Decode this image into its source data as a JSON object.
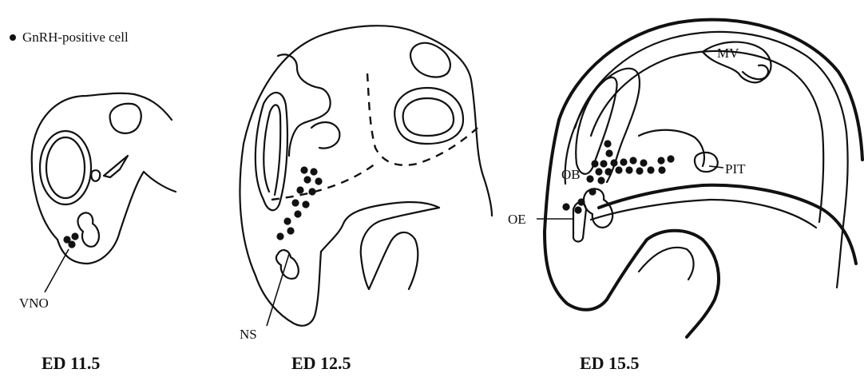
{
  "legend": {
    "marker_label": "GnRH-positive cell"
  },
  "panels": [
    {
      "stage": "ED 11.5",
      "labels": {
        "vno": "VNO"
      }
    },
    {
      "stage": "ED 12.5",
      "labels": {
        "ns": "NS"
      }
    },
    {
      "stage": "ED 15.5",
      "labels": {
        "mv": "MV",
        "ob": "OB",
        "pit": "PIT",
        "oe": "OE"
      }
    }
  ],
  "colors": {
    "ink": "#111111",
    "background": "#ffffff"
  }
}
